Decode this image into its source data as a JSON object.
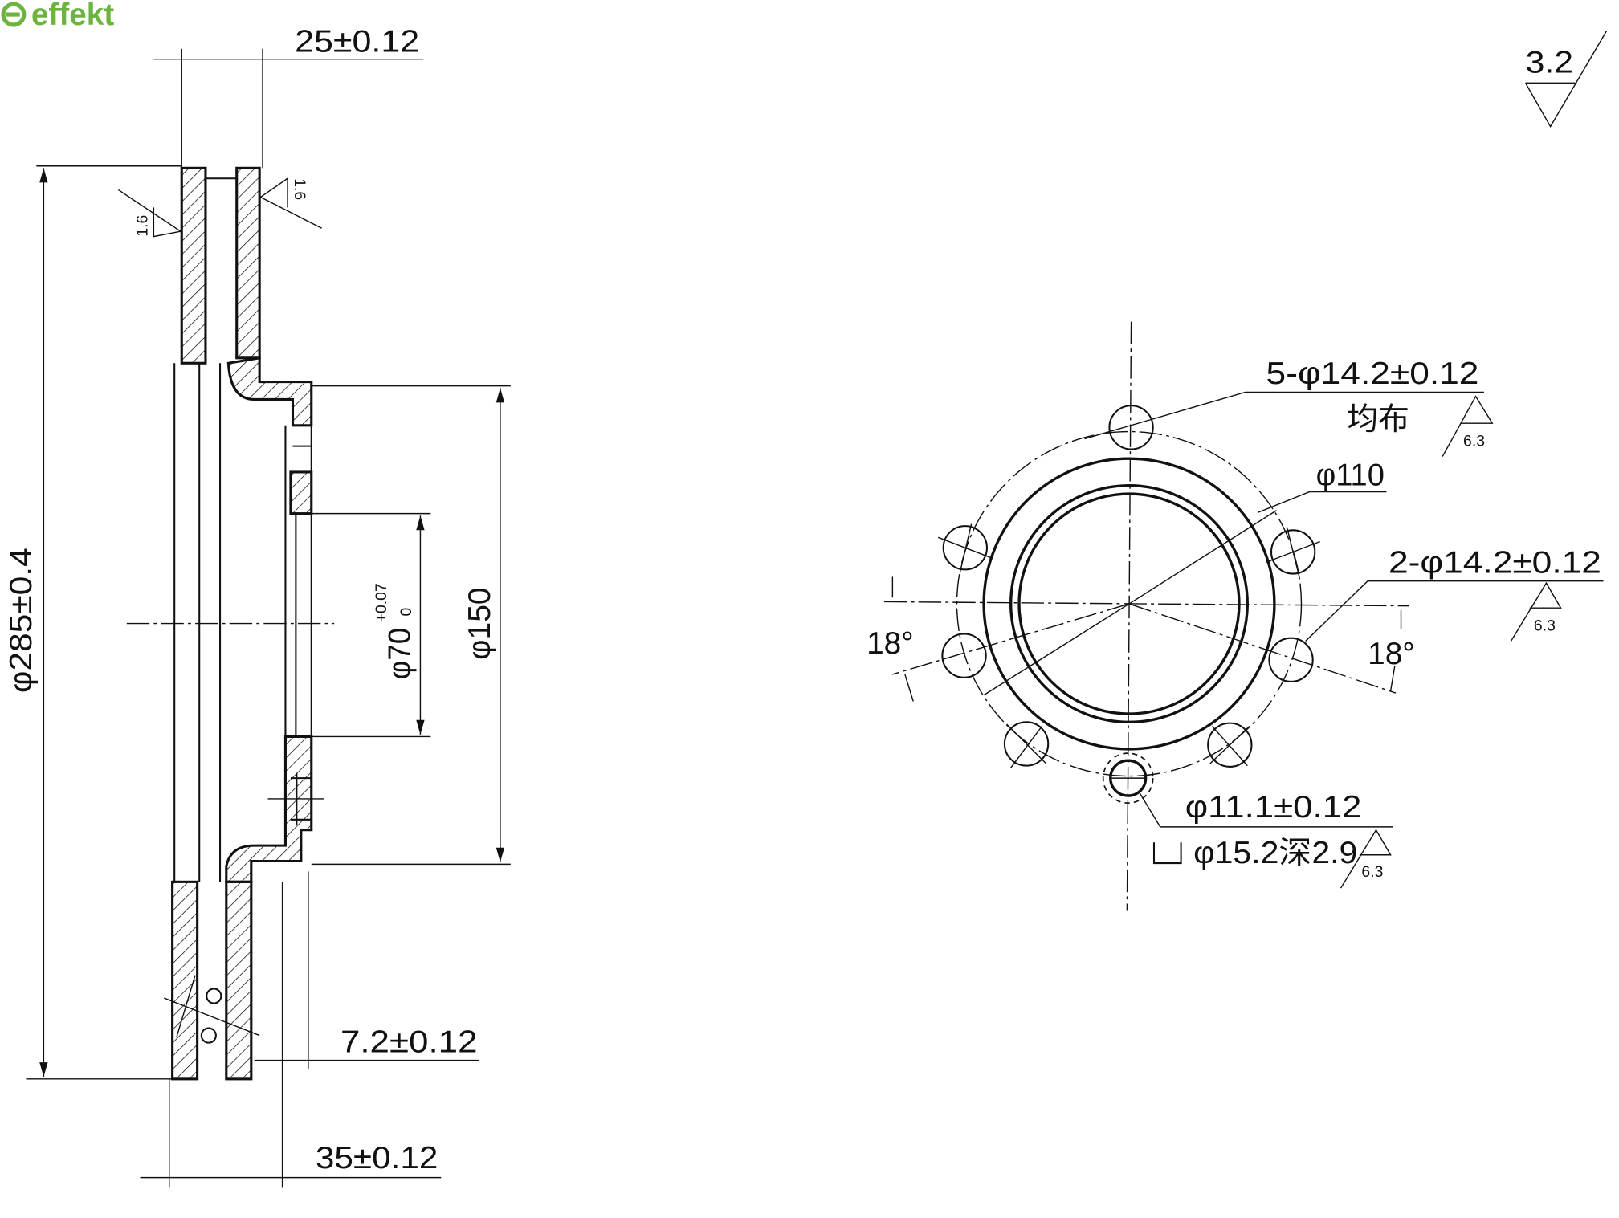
{
  "logo": {
    "text": "effekt",
    "color": "#6db33f"
  },
  "section_view": {
    "width_dim": "25±0.12",
    "outer_dia_dim": "φ285±0.4",
    "hub_dia_dim": "φ150",
    "bore_dim": "φ70",
    "bore_tol_upper": "+0.07",
    "bore_tol_lower": "0",
    "face_dim": "7.2±0.12",
    "height_dim": "35±0.12",
    "roughness_left": "1.6",
    "roughness_right": "1.6"
  },
  "global_roughness": "3.2",
  "front_view": {
    "holes_5_dim": "5-φ14.2±0.12",
    "holes_5_note": "均布",
    "holes_5_roughness": "6.3",
    "pcd_dim": "φ110",
    "holes_2_dim": "2-φ14.2±0.12",
    "holes_2_roughness": "6.3",
    "angle_left": "18°",
    "angle_right": "18°",
    "small_hole_dim": "φ11.1±0.12",
    "counterbore_dim": "φ15.2深2.9",
    "small_hole_roughness": "6.3"
  }
}
